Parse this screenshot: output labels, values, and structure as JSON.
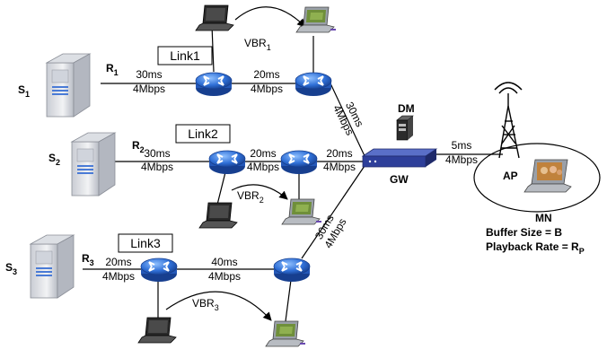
{
  "sources": [
    {
      "name": "S",
      "sub": "1",
      "router_label": "R",
      "router_sub": "1"
    },
    {
      "name": "S",
      "sub": "2",
      "router_label": "R",
      "router_sub": "2"
    },
    {
      "name": "S",
      "sub": "3",
      "router_label": "R",
      "router_sub": "3"
    }
  ],
  "links": [
    "Link1",
    "Link2",
    "Link3"
  ],
  "vbr": [
    {
      "text": "VBR",
      "sub": "1"
    },
    {
      "text": "VBR",
      "sub": "2"
    },
    {
      "text": "VBR",
      "sub": "3"
    }
  ],
  "edges": {
    "l1_a": {
      "delay": "30ms",
      "bw": "4Mbps"
    },
    "l1_b": {
      "delay": "20ms",
      "bw": "4Mbps"
    },
    "l1_c": {
      "delay": "30ms",
      "bw": "4Mbps"
    },
    "l2_a": {
      "delay": "30ms",
      "bw": "4Mbps"
    },
    "l2_b": {
      "delay": "20ms",
      "bw": "4Mbps"
    },
    "l2_c": {
      "delay": "20ms",
      "bw": "4Mbps"
    },
    "l3_a": {
      "delay": "20ms",
      "bw": "4Mbps"
    },
    "l3_b": {
      "delay": "40ms",
      "bw": "4Mbps"
    },
    "l3_c": {
      "delay": "30ms",
      "bw": "4Mbps"
    },
    "gw_ap": {
      "delay": "5ms",
      "bw": "4Mbps"
    }
  },
  "nodes": {
    "dm": "DM",
    "gw": "GW",
    "ap": "AP",
    "mn": "MN",
    "buffer": "Buffer Size = B",
    "playback": "Playback Rate = R",
    "playback_sub": "P"
  },
  "colors": {
    "router": "#2f6fd6",
    "gateway": "#2e3f9a",
    "server": "#e4e6ea"
  }
}
